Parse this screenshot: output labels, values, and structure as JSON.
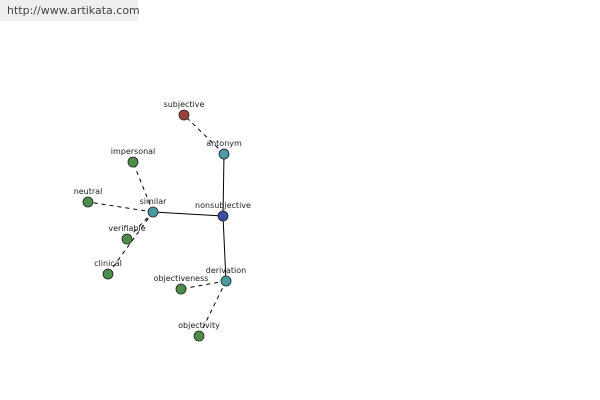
{
  "banner": {
    "url": "http://www.artikata.com"
  },
  "colors": {
    "root": "#3a4fa0",
    "relation": "#4a9aa0",
    "antonym_word": "#9a4038",
    "word": "#4e8c4a"
  },
  "graph": {
    "nodes": [
      {
        "id": "nonsubjective",
        "label": "nonsubjective",
        "kind": "root"
      },
      {
        "id": "antonym",
        "label": "antonym",
        "kind": "relation"
      },
      {
        "id": "similar",
        "label": "similar",
        "kind": "relation"
      },
      {
        "id": "derivation",
        "label": "derivation",
        "kind": "relation"
      },
      {
        "id": "subjective",
        "label": "subjective",
        "kind": "antonym_word"
      },
      {
        "id": "impersonal",
        "label": "impersonal",
        "kind": "word"
      },
      {
        "id": "neutral",
        "label": "neutral",
        "kind": "word"
      },
      {
        "id": "verifiable",
        "label": "verifiable",
        "kind": "word"
      },
      {
        "id": "clinical",
        "label": "clinical",
        "kind": "word"
      },
      {
        "id": "objectiveness",
        "label": "objectiveness",
        "kind": "word"
      },
      {
        "id": "objectivity",
        "label": "objectivity",
        "kind": "word"
      }
    ],
    "edges": [
      {
        "from": "nonsubjective",
        "to": "antonym",
        "style": "solid"
      },
      {
        "from": "nonsubjective",
        "to": "similar",
        "style": "solid"
      },
      {
        "from": "nonsubjective",
        "to": "derivation",
        "style": "solid"
      },
      {
        "from": "antonym",
        "to": "subjective",
        "style": "dashed"
      },
      {
        "from": "similar",
        "to": "impersonal",
        "style": "dashed"
      },
      {
        "from": "similar",
        "to": "neutral",
        "style": "dashed"
      },
      {
        "from": "similar",
        "to": "verifiable",
        "style": "dashed"
      },
      {
        "from": "similar",
        "to": "clinical",
        "style": "dashed"
      },
      {
        "from": "derivation",
        "to": "objectiveness",
        "style": "dashed"
      },
      {
        "from": "derivation",
        "to": "objectivity",
        "style": "dashed"
      }
    ]
  }
}
